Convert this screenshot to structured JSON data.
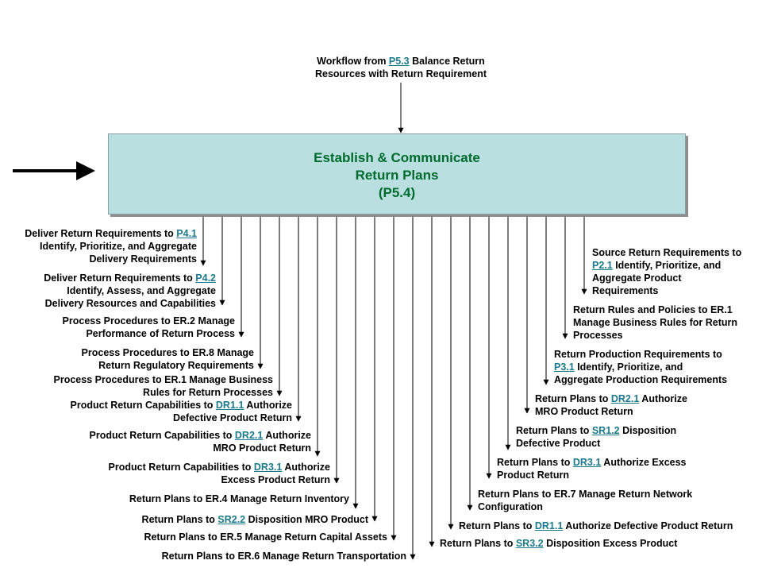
{
  "process": {
    "title_lines": [
      "Establish & Communicate",
      "Return Plans",
      "(P5.4)"
    ]
  },
  "input_top": {
    "lines": [
      [
        {
          "t": "Workflow from "
        },
        {
          "t": "P5.3",
          "link": true
        },
        {
          "t": " Balance Return"
        }
      ],
      [
        {
          "t": "Resources with Return Requirement"
        }
      ]
    ]
  },
  "outputs_left": [
    {
      "lines": [
        [
          {
            "t": "Deliver Return Requirements to "
          },
          {
            "t": "P4.1",
            "link": true
          }
        ],
        [
          {
            "t": "Identify, Prioritize, and Aggregate"
          }
        ],
        [
          {
            "t": "Delivery Requirements"
          }
        ]
      ]
    },
    {
      "lines": [
        [
          {
            "t": "Deliver Return Requirements to "
          },
          {
            "t": "P4.2",
            "link": true
          }
        ],
        [
          {
            "t": "Identify, Assess, and Aggregate"
          }
        ],
        [
          {
            "t": "Delivery Resources and Capabilities"
          }
        ]
      ]
    },
    {
      "lines": [
        [
          {
            "t": "Process Procedures to ER.2 Manage"
          }
        ],
        [
          {
            "t": "Performance of Return Process"
          }
        ]
      ]
    },
    {
      "lines": [
        [
          {
            "t": "Process Procedures to ER.8 Manage"
          }
        ],
        [
          {
            "t": "Return Regulatory Requirements"
          }
        ]
      ]
    },
    {
      "lines": [
        [
          {
            "t": "Process Procedures to ER.1 Manage Business"
          }
        ],
        [
          {
            "t": "Rules for Return Processes"
          }
        ]
      ]
    },
    {
      "lines": [
        [
          {
            "t": "Product Return Capabilities to "
          },
          {
            "t": "DR1.1",
            "link": true
          },
          {
            "t": " Authorize"
          }
        ],
        [
          {
            "t": "Defective Product Return"
          }
        ]
      ]
    },
    {
      "lines": [
        [
          {
            "t": "Product Return Capabilities to "
          },
          {
            "t": "DR2.1",
            "link": true
          },
          {
            "t": " Authorize"
          }
        ],
        [
          {
            "t": "MRO Product Return"
          }
        ]
      ]
    },
    {
      "lines": [
        [
          {
            "t": "Product Return Capabilities to "
          },
          {
            "t": "DR3.1",
            "link": true
          },
          {
            "t": " Authorize"
          }
        ],
        [
          {
            "t": "Excess Product Return"
          }
        ]
      ]
    },
    {
      "lines": [
        [
          {
            "t": "Return Plans to ER.4 Manage Return Inventory"
          }
        ]
      ]
    },
    {
      "lines": [
        [
          {
            "t": "Return Plans to "
          },
          {
            "t": "SR2.2",
            "link": true
          },
          {
            "t": " Disposition MRO Product"
          }
        ]
      ]
    },
    {
      "lines": [
        [
          {
            "t": "Return Plans to ER.5 Manage Return Capital Assets"
          }
        ]
      ]
    },
    {
      "lines": [
        [
          {
            "t": "Return Plans to ER.6 Manage Return Transportation"
          }
        ]
      ]
    }
  ],
  "outputs_right": [
    {
      "lines": [
        [
          {
            "t": "Return Plans to "
          },
          {
            "t": "SR3.2",
            "link": true
          },
          {
            "t": " Disposition Excess Product"
          }
        ]
      ]
    },
    {
      "lines": [
        [
          {
            "t": "Return Plans to "
          },
          {
            "t": "DR1.1",
            "link": true
          },
          {
            "t": " Authorize Defective Product Return"
          }
        ]
      ]
    },
    {
      "lines": [
        [
          {
            "t": "Return Plans to ER.7 Manage Return Network"
          }
        ],
        [
          {
            "t": "Configuration"
          }
        ]
      ]
    },
    {
      "lines": [
        [
          {
            "t": "Return Plans to "
          },
          {
            "t": "DR3.1",
            "link": true
          },
          {
            "t": " Authorize Excess"
          }
        ],
        [
          {
            "t": "Product Return"
          }
        ]
      ]
    },
    {
      "lines": [
        [
          {
            "t": "Return Plans to "
          },
          {
            "t": "SR1.2",
            "link": true
          },
          {
            "t": " Disposition"
          }
        ],
        [
          {
            "t": "Defective Product"
          }
        ]
      ]
    },
    {
      "lines": [
        [
          {
            "t": "Return Plans to "
          },
          {
            "t": "DR2.1",
            "link": true
          },
          {
            "t": " Authorize"
          }
        ],
        [
          {
            "t": "MRO Product Return"
          }
        ]
      ]
    },
    {
      "lines": [
        [
          {
            "t": "Return Production Requirements to"
          }
        ],
        [
          {
            "t": "P3.1",
            "link": true
          },
          {
            "t": " Identify, Prioritize, and"
          }
        ],
        [
          {
            "t": "Aggregate Production Requirements"
          }
        ]
      ]
    },
    {
      "lines": [
        [
          {
            "t": "Return Rules and Policies to ER.1"
          }
        ],
        [
          {
            "t": "Manage Business Rules for Return"
          }
        ],
        [
          {
            "t": "Processes"
          }
        ]
      ]
    },
    {
      "lines": [
        [
          {
            "t": "Source Return Requirements to"
          }
        ],
        [
          {
            "t": "P2.1",
            "link": true
          },
          {
            "t": " Identify, Prioritize, and"
          }
        ],
        [
          {
            "t": "Aggregate Product"
          }
        ],
        [
          {
            "t": "Requirements"
          }
        ]
      ]
    }
  ]
}
